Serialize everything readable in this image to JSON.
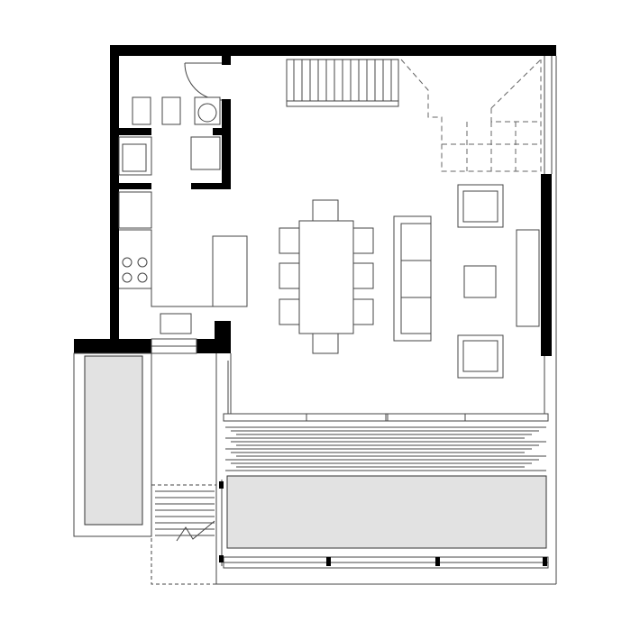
{
  "plan": {
    "colors": {
      "wall": "#000000",
      "line": "#444444",
      "water": "#e2e2e2",
      "background": "#ffffff"
    },
    "rooms": [
      "bathroom",
      "kitchen",
      "dining",
      "living",
      "stair",
      "terrace",
      "pool",
      "planter",
      "exterior-stair"
    ]
  }
}
